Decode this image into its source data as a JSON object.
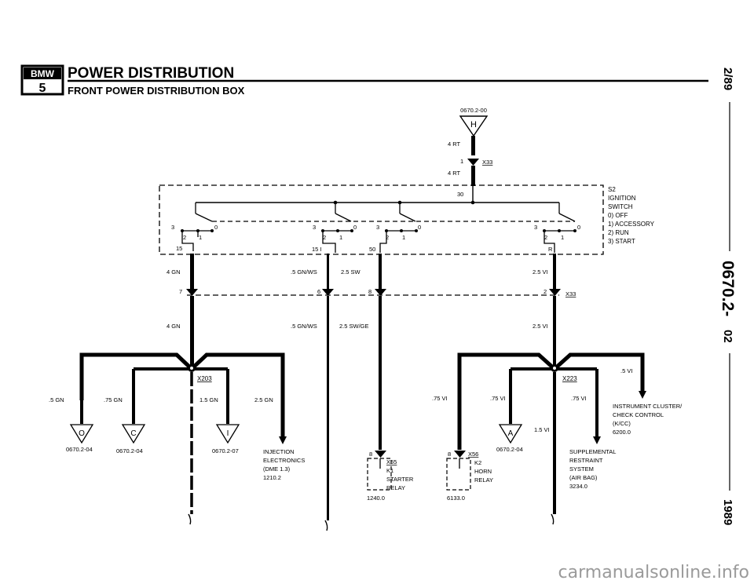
{
  "header": {
    "logo_top": "BMW",
    "logo_bottom": "5",
    "title": "POWER DISTRIBUTION",
    "subtitle": "FRONT POWER DISTRIBUTION BOX"
  },
  "side": {
    "date": "2/89",
    "code_main": "0670.2-",
    "code_sub": "02",
    "year": "1989"
  },
  "watermark": "carmanualsonline.info",
  "top": {
    "ref": "0670.2-00",
    "fuse": "H",
    "wire1": "4 RT",
    "pin1": "1",
    "conn1": "X33",
    "wire2": "4 RT",
    "pin30": "30"
  },
  "switch_info": {
    "id": "S2",
    "line1": "IGNITION",
    "line2": "SWITCH",
    "pos0": "0) OFF",
    "pos1": "1) ACCESSORY",
    "pos2": "2) RUN",
    "pos3": "3) START"
  },
  "contacts": {
    "n3": "3",
    "n2": "2",
    "n1": "1",
    "n0": "0"
  },
  "terminals": {
    "t15": "15",
    "t151": "15 I",
    "t50": "50",
    "tR": "R"
  },
  "mid": {
    "w1": "4 GN",
    "w2": ".5 GN/WS",
    "w3": "2.5 SW",
    "w4": "2.5 VI",
    "p7": "7",
    "p6": "6",
    "p8": "8",
    "p2": "2",
    "conn": "X33",
    "w1b": "4 GN",
    "w2b": ".5 GN/WS",
    "w3b": "2.5 SW/GE",
    "w4b": "2.5 VI"
  },
  "left_branch": {
    "splice": "X203",
    "w1": ".5 GN",
    "w2": ".75 GN",
    "w3": "1.5 GN",
    "w4": "2.5 GN",
    "fuse1": "O",
    "fuse2": "C",
    "fuse3": "I",
    "ref1": "0670.2-04",
    "ref2": "0670.2-04",
    "ref3": "0670.2-07",
    "inj1": "INJECTION",
    "inj2": "ELECTRONICS",
    "inj3": "(DME 1.3)",
    "inj4": "1210.2"
  },
  "relays": {
    "k1_pin": "8",
    "k1_conn": "X55",
    "k1_id": "K1",
    "k1_l1": "STARTER",
    "k1_l2": "RELAY",
    "k1_ref": "1240.0",
    "k2_pin": "8",
    "k2_conn": "X56",
    "k2_id": "K2",
    "k2_l1": "HORN",
    "k2_l2": "RELAY",
    "k2_ref": "6133.0"
  },
  "right_branch": {
    "splice": "X223",
    "w1": ".75 VI",
    "w2": ".75 VI",
    "w3": ".75 VI",
    "w4": ".5 VI",
    "w5": "1.5 VI",
    "fuse": "A",
    "fuse_ref": "0670.2-04",
    "ic1": "INSTRUMENT CLUSTER/",
    "ic2": "CHECK CONTROL",
    "ic3": "(K/CC)",
    "ic4": "6200.0",
    "srs1": "SUPPLEMENTAL",
    "srs2": "RESTRAINT",
    "srs3": "SYSTEM",
    "srs4": "(AIR BAG)",
    "srs5": "3234.0"
  }
}
